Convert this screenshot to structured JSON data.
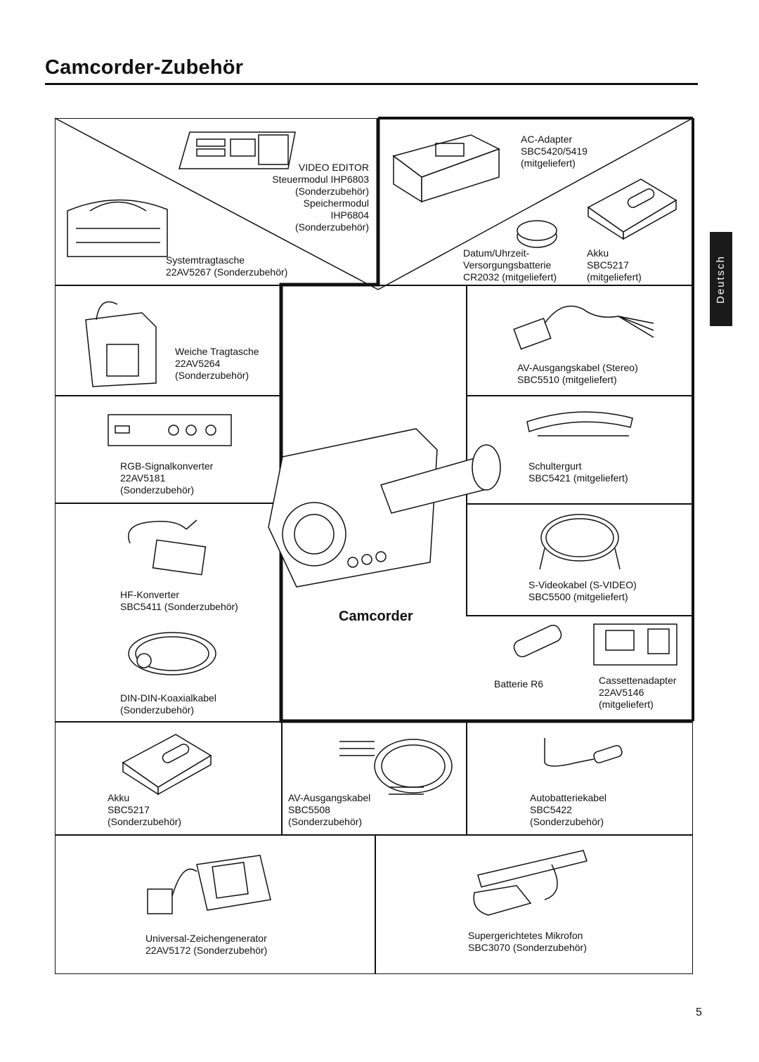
{
  "page": {
    "title": "Camcorder-Zubehör",
    "side_tab": "Deutsch",
    "page_number": "5"
  },
  "items": {
    "video_editor": "VIDEO EDITOR\nSteuermodul IHP6803\n(Sonderzubehör)\nSpeichermodul\nIHP6804\n(Sonderzubehör)",
    "system_bag": "Systemtragtasche\n22AV5267 (Sonderzubehör)",
    "ac_adapter": "AC-Adapter\nSBC5420/5419\n(mitgeliefert)",
    "date_battery": "Datum/Uhrzeit-\nVersorgungsbatterie\nCR2032 (mitgeliefert)",
    "akku_top": "Akku\nSBC5217\n(mitgeliefert)",
    "soft_bag": "Weiche Tragtasche\n22AV5264\n(Sonderzubehör)",
    "av_cable_stereo": "AV-Ausgangskabel (Stereo)\nSBC5510 (mitgeliefert)",
    "rgb_converter": "RGB-Signalkonverter\n22AV5181\n(Sonderzubehör)",
    "shoulder_strap": "Schultergurt\nSBC5421 (mitgeliefert)",
    "hf_converter": "HF-Konverter\nSBC5411 (Sonderzubehör)",
    "svideo_cable": "S-Videokabel (S-VIDEO)\nSBC5500 (mitgeliefert)",
    "camcorder": "Camcorder",
    "battery_r6": "Batterie R6",
    "cassette_adapter": "Cassettenadapter\n22AV5146\n(mitgeliefert)",
    "din_cable": "DIN-DIN-Koaxialkabel\n(Sonderzubehör)",
    "akku_bottom": "Akku\nSBC5217\n(Sonderzubehör)",
    "av_cable": "AV-Ausgangskabel\nSBC5508\n(Sonderzubehör)",
    "car_battery_cable": "Autobatteriekabel\nSBC5422\n(Sonderzubehör)",
    "char_generator": "Universal-Zeichengenerator\n22AV5172 (Sonderzubehör)",
    "microphone": "Supergerichtetes Mikrofon\nSBC3070 (Sonderzubehör)"
  }
}
